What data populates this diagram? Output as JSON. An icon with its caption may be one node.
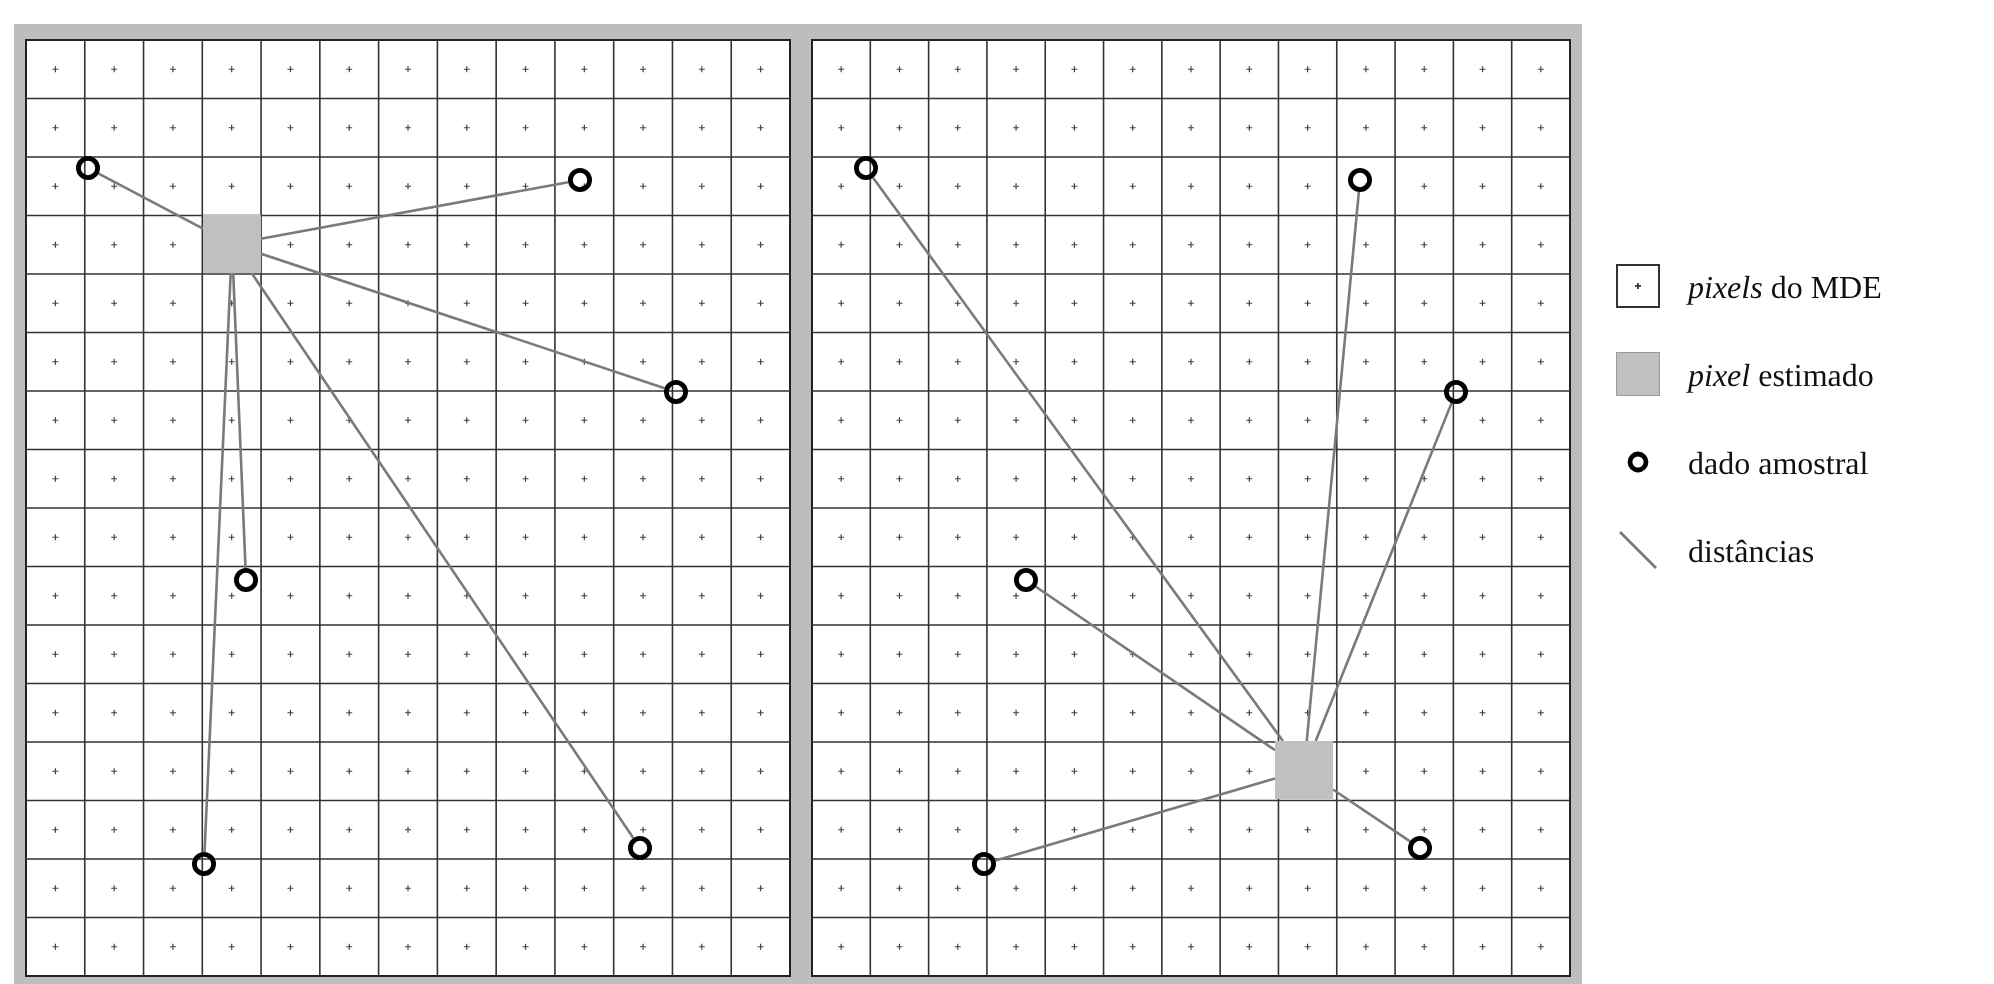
{
  "diagram": {
    "nodes": [
      {
        "text": [],
        "shape": "box"
      },
      {
        "text": [],
        "shape": "circle"
      },
      {
        "text": [],
        "shape": "circle"
      },
      {
        "text": [],
        "shape": "circle"
      },
      {
        "text": [],
        "shape": "circle"
      },
      {
        "text": [],
        "shape": "circle"
      },
      {
        "text": [],
        "shape": "circle"
      },
      {
        "text": [],
        "shape": "box"
      },
      {
        "text": [],
        "shape": "circle"
      },
      {
        "text": [],
        "shape": "circle"
      },
      {
        "text": [],
        "shape": "circle"
      },
      {
        "text": [],
        "shape": "circle"
      },
      {
        "text": [],
        "shape": "circle"
      },
      {
        "text": [],
        "shape": "circle"
      }
    ],
    "edges": [
      {
        "from": 0,
        "to": 1,
        "arrow": "none"
      },
      {
        "from": 0,
        "to": 2,
        "arrow": "none"
      },
      {
        "from": 0,
        "to": 3,
        "arrow": "none"
      },
      {
        "from": 0,
        "to": 4,
        "arrow": "none"
      },
      {
        "from": 0,
        "to": 5,
        "arrow": "none"
      },
      {
        "from": 0,
        "to": 6,
        "arrow": "none"
      },
      {
        "from": 7,
        "to": 8,
        "arrow": "none"
      },
      {
        "from": 7,
        "to": 9,
        "arrow": "none"
      },
      {
        "from": 7,
        "to": 10,
        "arrow": "none"
      },
      {
        "from": 7,
        "to": 11,
        "arrow": "none"
      },
      {
        "from": 7,
        "to": 12,
        "arrow": "none"
      },
      {
        "from": 7,
        "to": 13,
        "arrow": "none"
      }
    ],
    "legend": [
      {
        "text": "*pixels* do MDE"
      },
      {
        "text": "*pixel* estimado",
        "color": "#c0c0c0"
      },
      {
        "text": "dado amostral"
      },
      {
        "text": "distâncias"
      }
    ]
  }
}
